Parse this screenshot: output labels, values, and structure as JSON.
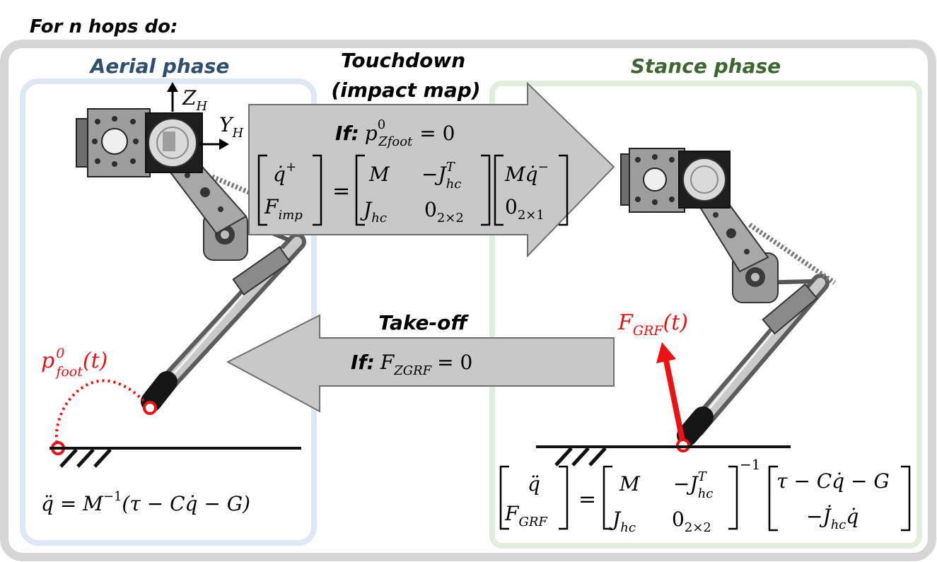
{
  "heading": "For n hops do:",
  "colors": {
    "outer_border": "#d6d6d6",
    "aerial_panel": "#dce8f5",
    "aerial_title": "#2f4f6f",
    "stance_panel": "#e2eedc",
    "stance_title": "#3d6630",
    "arrow_fill": "#c8c8c8",
    "arrow_stroke": "#6f6f6f",
    "highlight": "#ee1111",
    "ground": "#111111"
  },
  "aerial": {
    "title": "Aerial phase",
    "axis_z": "Z",
    "axis_z_sub": "H",
    "axis_y": "Y",
    "axis_y_sub": "H",
    "foot_label_base": "p",
    "foot_label_sup": "0",
    "foot_label_sub": "foot",
    "foot_label_arg": "(t)",
    "dynamics": {
      "lhs": "q̈ = M",
      "sup": "−1",
      "rhs": "(τ − Cq̇ − G)"
    }
  },
  "touchdown": {
    "title_line1": "Touchdown",
    "title_line2": "(impact map)",
    "condition_label": "If:",
    "condition_base": "p",
    "condition_sup": "0",
    "condition_sub": "Zfoot",
    "condition_rhs": "= 0",
    "eq_lhs_top": "q̇",
    "eq_lhs_top_sup": "+",
    "eq_lhs_bottom": "F",
    "eq_lhs_bottom_sub": "imp",
    "eq_equals": "=",
    "m11": "M",
    "m12": "−J",
    "m12_sup": "T",
    "m12_sub": "hc",
    "m21": "J",
    "m21_sub": "hc",
    "m22": "0",
    "m22_sub": "2×2",
    "v1": "Mq̇",
    "v1_sup": "−",
    "v2": "0",
    "v2_sub": "2×1"
  },
  "takeoff": {
    "title": "Take-off",
    "condition_label": "If:",
    "condition_base": "F",
    "condition_sub": "ZGRF",
    "condition_rhs": "= 0"
  },
  "stance": {
    "title": "Stance phase",
    "force_base": "F",
    "force_sub": "GRF",
    "force_arg": "(t)",
    "eq_lhs_top": "q̈",
    "eq_lhs_bottom": "F",
    "eq_lhs_bottom_sub": "GRF",
    "eq_equals": "=",
    "m11": "M",
    "m12": "−J",
    "m12_sup": "T",
    "m12_sub": "hc",
    "m21": "J",
    "m21_sub": "hc",
    "m22": "0",
    "m22_sub": "2×2",
    "inv_sup": "−1",
    "v1": "τ − Cq̇ − G",
    "v2": "−J̇",
    "v2_sub": "hc",
    "v2_tail": "q̇"
  }
}
